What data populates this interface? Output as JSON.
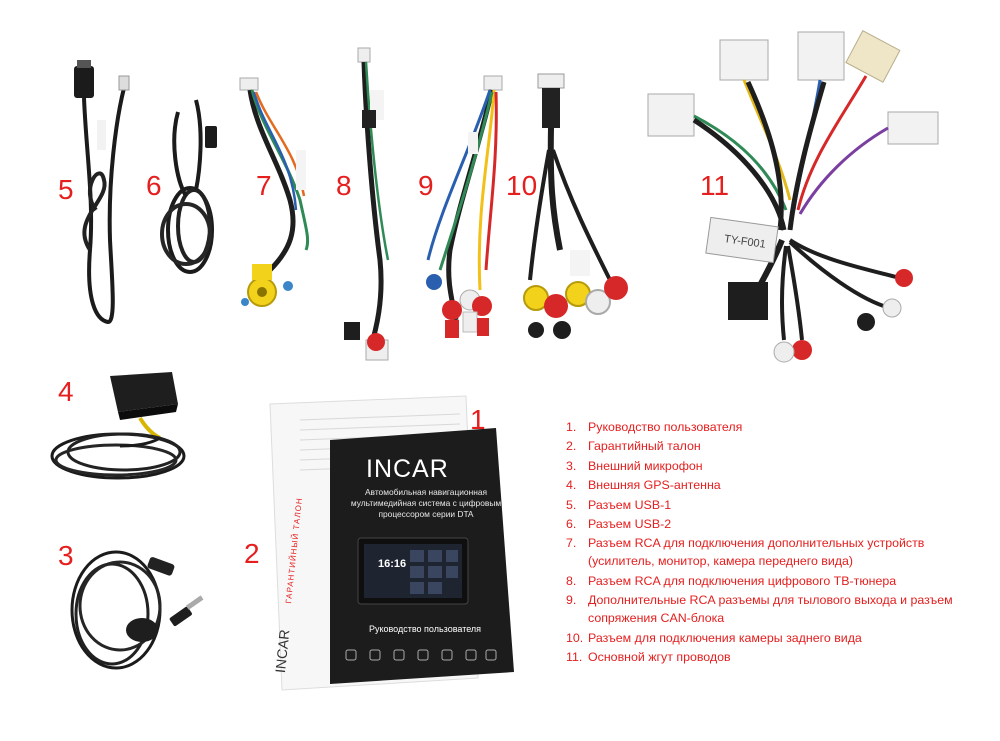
{
  "callouts": [
    "1",
    "2",
    "3",
    "4",
    "5",
    "6",
    "7",
    "8",
    "9",
    "10",
    "11"
  ],
  "legend": [
    {
      "index": "1.",
      "text": "Руководство пользователя"
    },
    {
      "index": "2.",
      "text": "Гарантийный талон"
    },
    {
      "index": "3.",
      "text": "Внешний микрофон"
    },
    {
      "index": "4.",
      "text": "Внешняя GPS-антенна"
    },
    {
      "index": "5.",
      "text": "Разъем USB-1"
    },
    {
      "index": "6.",
      "text": "Разъем USB-2"
    },
    {
      "index": "7.",
      "text": "Разъем RCA для подключения дополнительных устройств (усилитель, монитор, камера переднего вида)"
    },
    {
      "index": "8.",
      "text": "Разъем RCA для подключения цифрового ТВ-тюнера"
    },
    {
      "index": "9.",
      "text": "Дополнительные RCA разъемы для тылового выхода и разъем сопряжения CAN-блока"
    },
    {
      "index": "10.",
      "text": "Разъем для подключения камеры заднего вида"
    },
    {
      "index": "11.",
      "text": "Основной жгут проводов"
    }
  ],
  "booklet": {
    "brand": "INCAR",
    "description": "Автомобильная навигационная мультимедийная система с цифровым процессором серии DTA",
    "title": "Руководство пользователя",
    "tablet_time": "16:16"
  },
  "warranty": {
    "brand": "INCAR",
    "title": "ГАРАНТИЙНЫЙ ТАЛОН"
  },
  "harness_tag": "TY-F001",
  "colors": {
    "accent": "#e51e1e",
    "booklet": "#1c1c1c",
    "rca_yellow": "#f2d21b",
    "rca_red": "#d62828",
    "rca_white": "#eeeeee"
  }
}
